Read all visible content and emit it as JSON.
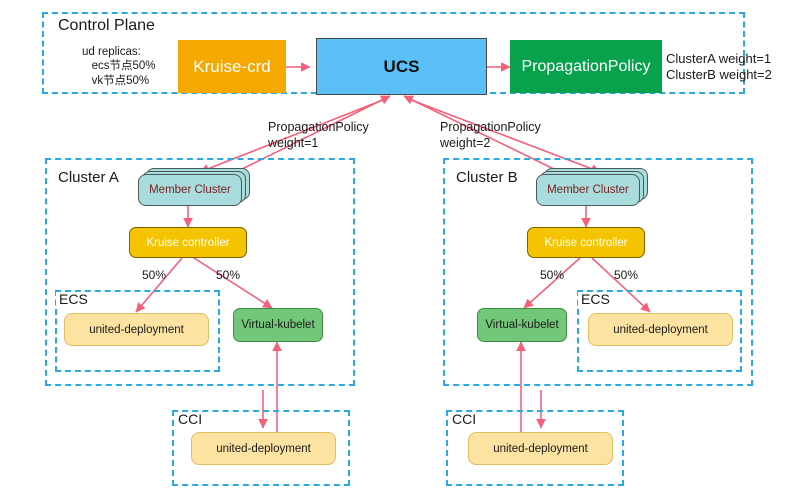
{
  "diagram": {
    "title_visible": false,
    "accent_dashed": "#29ABE2",
    "arrow_color": "#F4607A"
  },
  "control_plane": {
    "label": "Control Plane",
    "ud_replicas_note": "ud replicas:\n   ecs节点50%\n   vk节点50%",
    "kruise_crd": "Kruise-crd",
    "ucs": "UCS",
    "propagation_policy": "PropagationPolicy",
    "weights_note": "ClusterA weight=1\nClusterB weight=2"
  },
  "links": {
    "prop_weight_1": "PropagationPolicy\nweight=1",
    "prop_weight_2": "PropagationPolicy\nweight=2"
  },
  "clusters": [
    {
      "label": "Cluster A",
      "member_cluster": "Member Cluster",
      "kruise_controller": "Kruise controller",
      "split_left": "50%",
      "split_right": "50%",
      "ecs": {
        "label": "ECS",
        "deployment": "united-deployment"
      },
      "virtual_kubelet": "Virtual-kubelet",
      "cci": {
        "label": "CCI",
        "deployment": "united-deployment"
      }
    },
    {
      "label": "Cluster B",
      "member_cluster": "Member Cluster",
      "kruise_controller": "Kruise controller",
      "split_left": "50%",
      "split_right": "50%",
      "ecs": {
        "label": "ECS",
        "deployment": "united-deployment"
      },
      "virtual_kubelet": "Virtual-kubelet",
      "cci": {
        "label": "CCI",
        "deployment": "united-deployment"
      }
    }
  ]
}
